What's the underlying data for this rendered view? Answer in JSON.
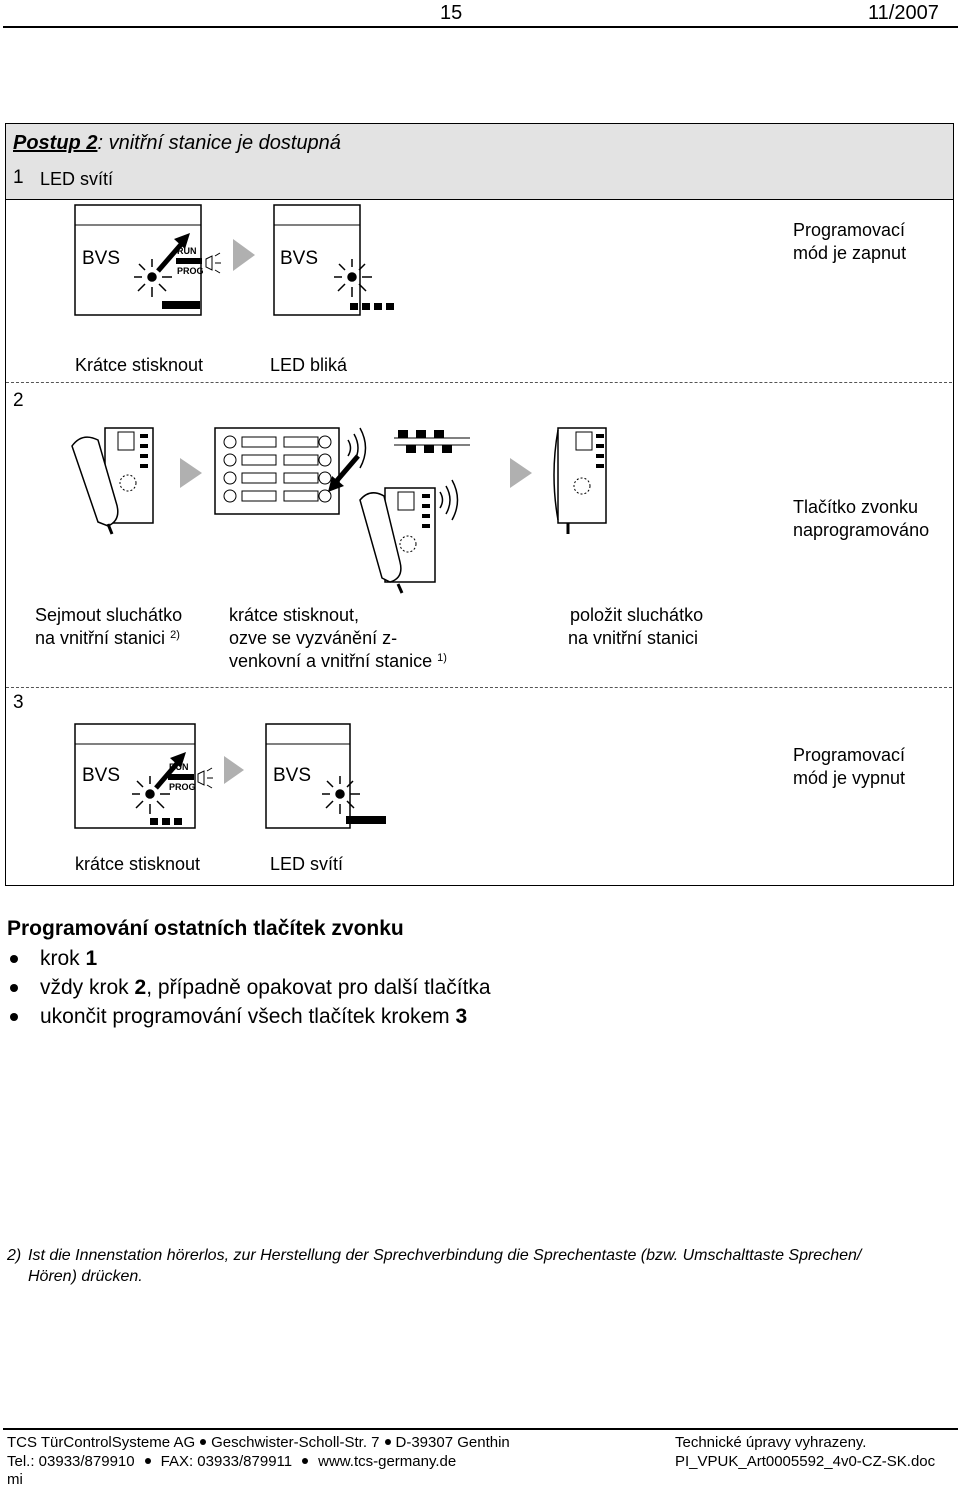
{
  "header": {
    "page_number": "15",
    "date": "11/2007"
  },
  "procedure": {
    "title_prefix": "Postup  2",
    "title_rest": ": vnitřní stanice je dostupná"
  },
  "icons": {
    "device_label": "BVS",
    "switch_run": "RUN",
    "switch_prog": "PROG"
  },
  "step1": {
    "number": "1",
    "label": "LED svítí",
    "result_line1": "Programovací",
    "result_line2": "mód je zapnut",
    "caption1": "Krátce stisknout",
    "caption2": "LED bliká"
  },
  "step2": {
    "number": "2",
    "result_line1": "Tlačítko zvonku",
    "result_line2": "naprogramováno",
    "caption1_line1": "Sejmout sluchátko",
    "caption1_line2": "na vnitřní stanici",
    "caption1_sup": "2)",
    "caption2_line1": "krátce stisknout,",
    "caption2_line2": "ozve se vyzvánění z-",
    "caption2_line3": "venkovní a vnitřní stanice",
    "caption2_sup": "1)",
    "caption3_line1": "položit sluchátko",
    "caption3_line2": "na vnitřní stanici"
  },
  "step3": {
    "number": "3",
    "result_line1": "Programovací",
    "result_line2": "mód je vypnut",
    "caption1": "krátce stisknout",
    "caption2": "LED svítí"
  },
  "other_buttons": {
    "heading": "Programování ostatních tlačítek zvonku",
    "bullets": [
      {
        "text": "krok ",
        "bold": "1"
      },
      {
        "text": "vždy krok ",
        "bold": "2",
        "rest": ", případně opakovat pro další tlačítka"
      },
      {
        "text": "ukončit programování všech tlačítek krokem ",
        "bold": "3"
      }
    ]
  },
  "footnote": {
    "marker": "2)",
    "line1": "Ist die Innenstation hörerlos, zur Herstellung der Sprechverbindung die Sprechentaste (bzw. Umschalttaste Sprechen/",
    "line2": "Hören) drücken."
  },
  "footer": {
    "company": "TCS TürControlSysteme AG",
    "street": "Geschwister-Scholl-Str. 7",
    "city": "D-39307 Genthin",
    "tel": "Tel.: 03933/879910",
    "fax": "FAX: 03933/879911",
    "web": "www.tcs-germany.de",
    "mi": "mi",
    "notice": "Technické úpravy vyhrazeny.",
    "doc": "PI_VPUK_Art0005592_4v0-CZ-SK.doc"
  }
}
